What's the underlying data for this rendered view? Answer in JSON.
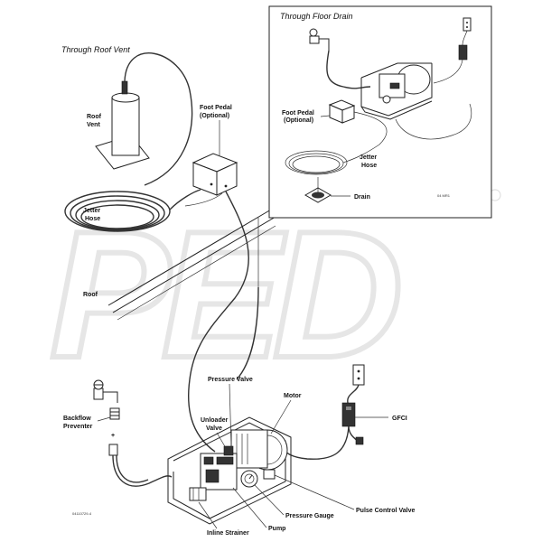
{
  "watermark": "PED",
  "titles": {
    "roof_vent": "Through Roof Vent",
    "floor_drain": "Through Floor Drain"
  },
  "labels": {
    "roof_vent_1": "Roof",
    "roof_vent_2": "Vent",
    "foot_pedal_1": "Foot Pedal",
    "foot_pedal_2": "(Optional)",
    "jetter_hose_1": "Jetter",
    "jetter_hose_2": "Hose",
    "roof": "Roof",
    "inset_foot_pedal_1": "Foot Pedal",
    "inset_foot_pedal_2": "(Optional)",
    "inset_jetter_hose_1": "Jetter",
    "inset_jetter_hose_2": "Hose",
    "drain": "Drain",
    "inset_code": "04 MR1",
    "pressure_valve": "Pressure Valve",
    "motor": "Motor",
    "unloader_valve_1": "Unloader",
    "unloader_valve_2": "Valve",
    "backflow_1": "Backflow",
    "backflow_2": "Preventer",
    "gfci": "GFCI",
    "pulse_control_valve": "Pulse Control Valve",
    "pressure_gauge": "Pressure Gauge",
    "pump": "Pump",
    "inline_strainer": "Inline Strainer",
    "figure_code": "04110729-4"
  }
}
